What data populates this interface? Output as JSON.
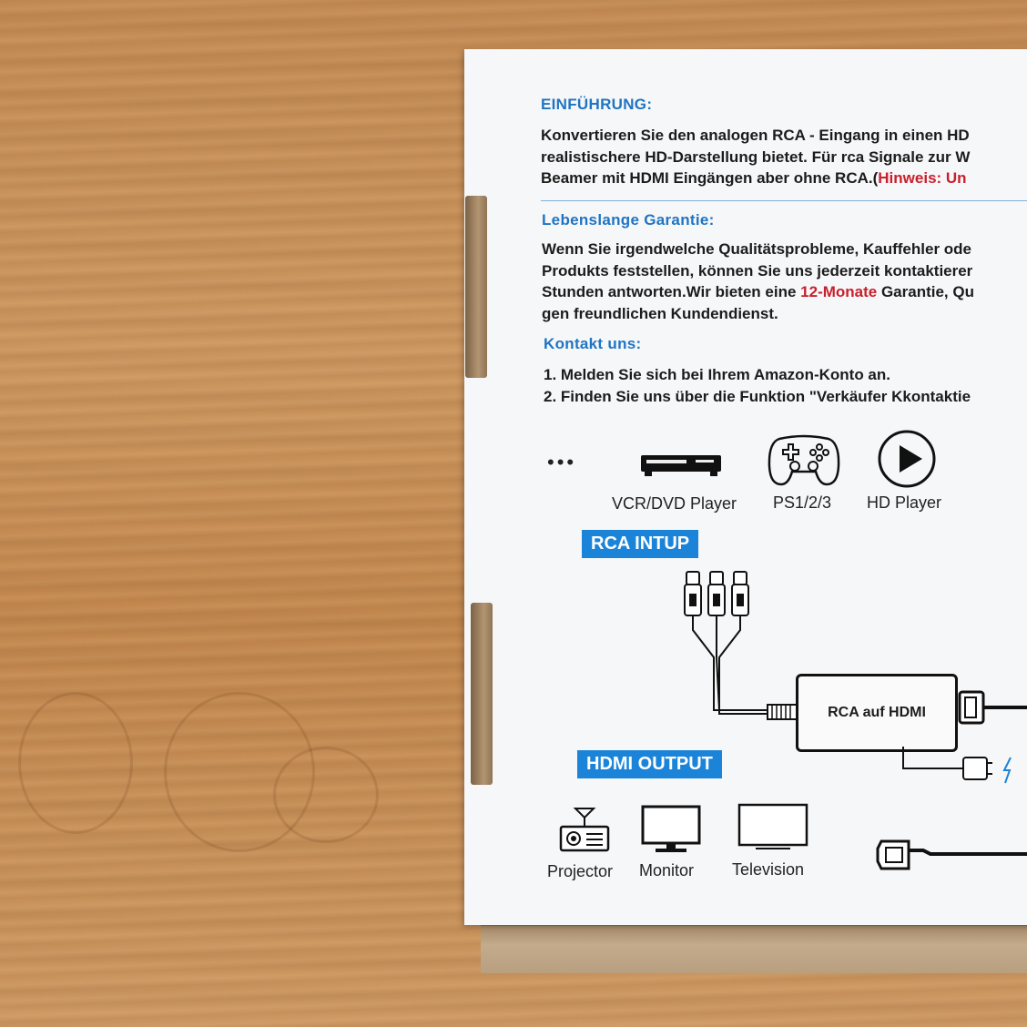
{
  "intro": {
    "heading": "EINFÜHRUNG:",
    "lines": [
      "Konvertieren Sie den analogen RCA - Eingang in einen HD",
      "realistischere HD-Darstellung bietet. Für rca Signale zur W",
      "Beamer mit HDMI Eingängen aber ohne RCA.("
    ],
    "note": "Hinweis: Un"
  },
  "warranty": {
    "heading": "Lebenslange Garantie:",
    "lines": [
      "Wenn Sie irgendwelche Qualitätsprobleme, Kauffehler ode",
      "Produkts feststellen, können Sie uns jederzeit kontaktierer",
      "Stunden antworten.Wir bieten eine ",
      "gen freundlichen Kundendienst."
    ],
    "highlight": "12-Monate",
    "line3_tail": " Garantie, Qu"
  },
  "contact": {
    "heading": "Kontakt uns:",
    "steps": [
      "1. Melden Sie sich bei Ihrem Amazon-Konto an.",
      "2. Finden Sie uns über die Funktion \"Verkäufer Kkontaktie"
    ]
  },
  "sources": {
    "more": "•••",
    "vcr": "VCR/DVD Player",
    "ps": "PS1/2/3",
    "hd": "HD Player"
  },
  "rca_label": "RCA INTUP",
  "converter_label": "RCA auf HDMI",
  "hdmi_label": "HDMI OUTPUT",
  "outputs": {
    "projector": "Projector",
    "monitor": "Monitor",
    "television": "Television"
  },
  "colors": {
    "heading_blue": "#1f74c4",
    "label_blue": "#1c84d8",
    "accent_red": "#c8202d",
    "wood": "#c58c55"
  }
}
